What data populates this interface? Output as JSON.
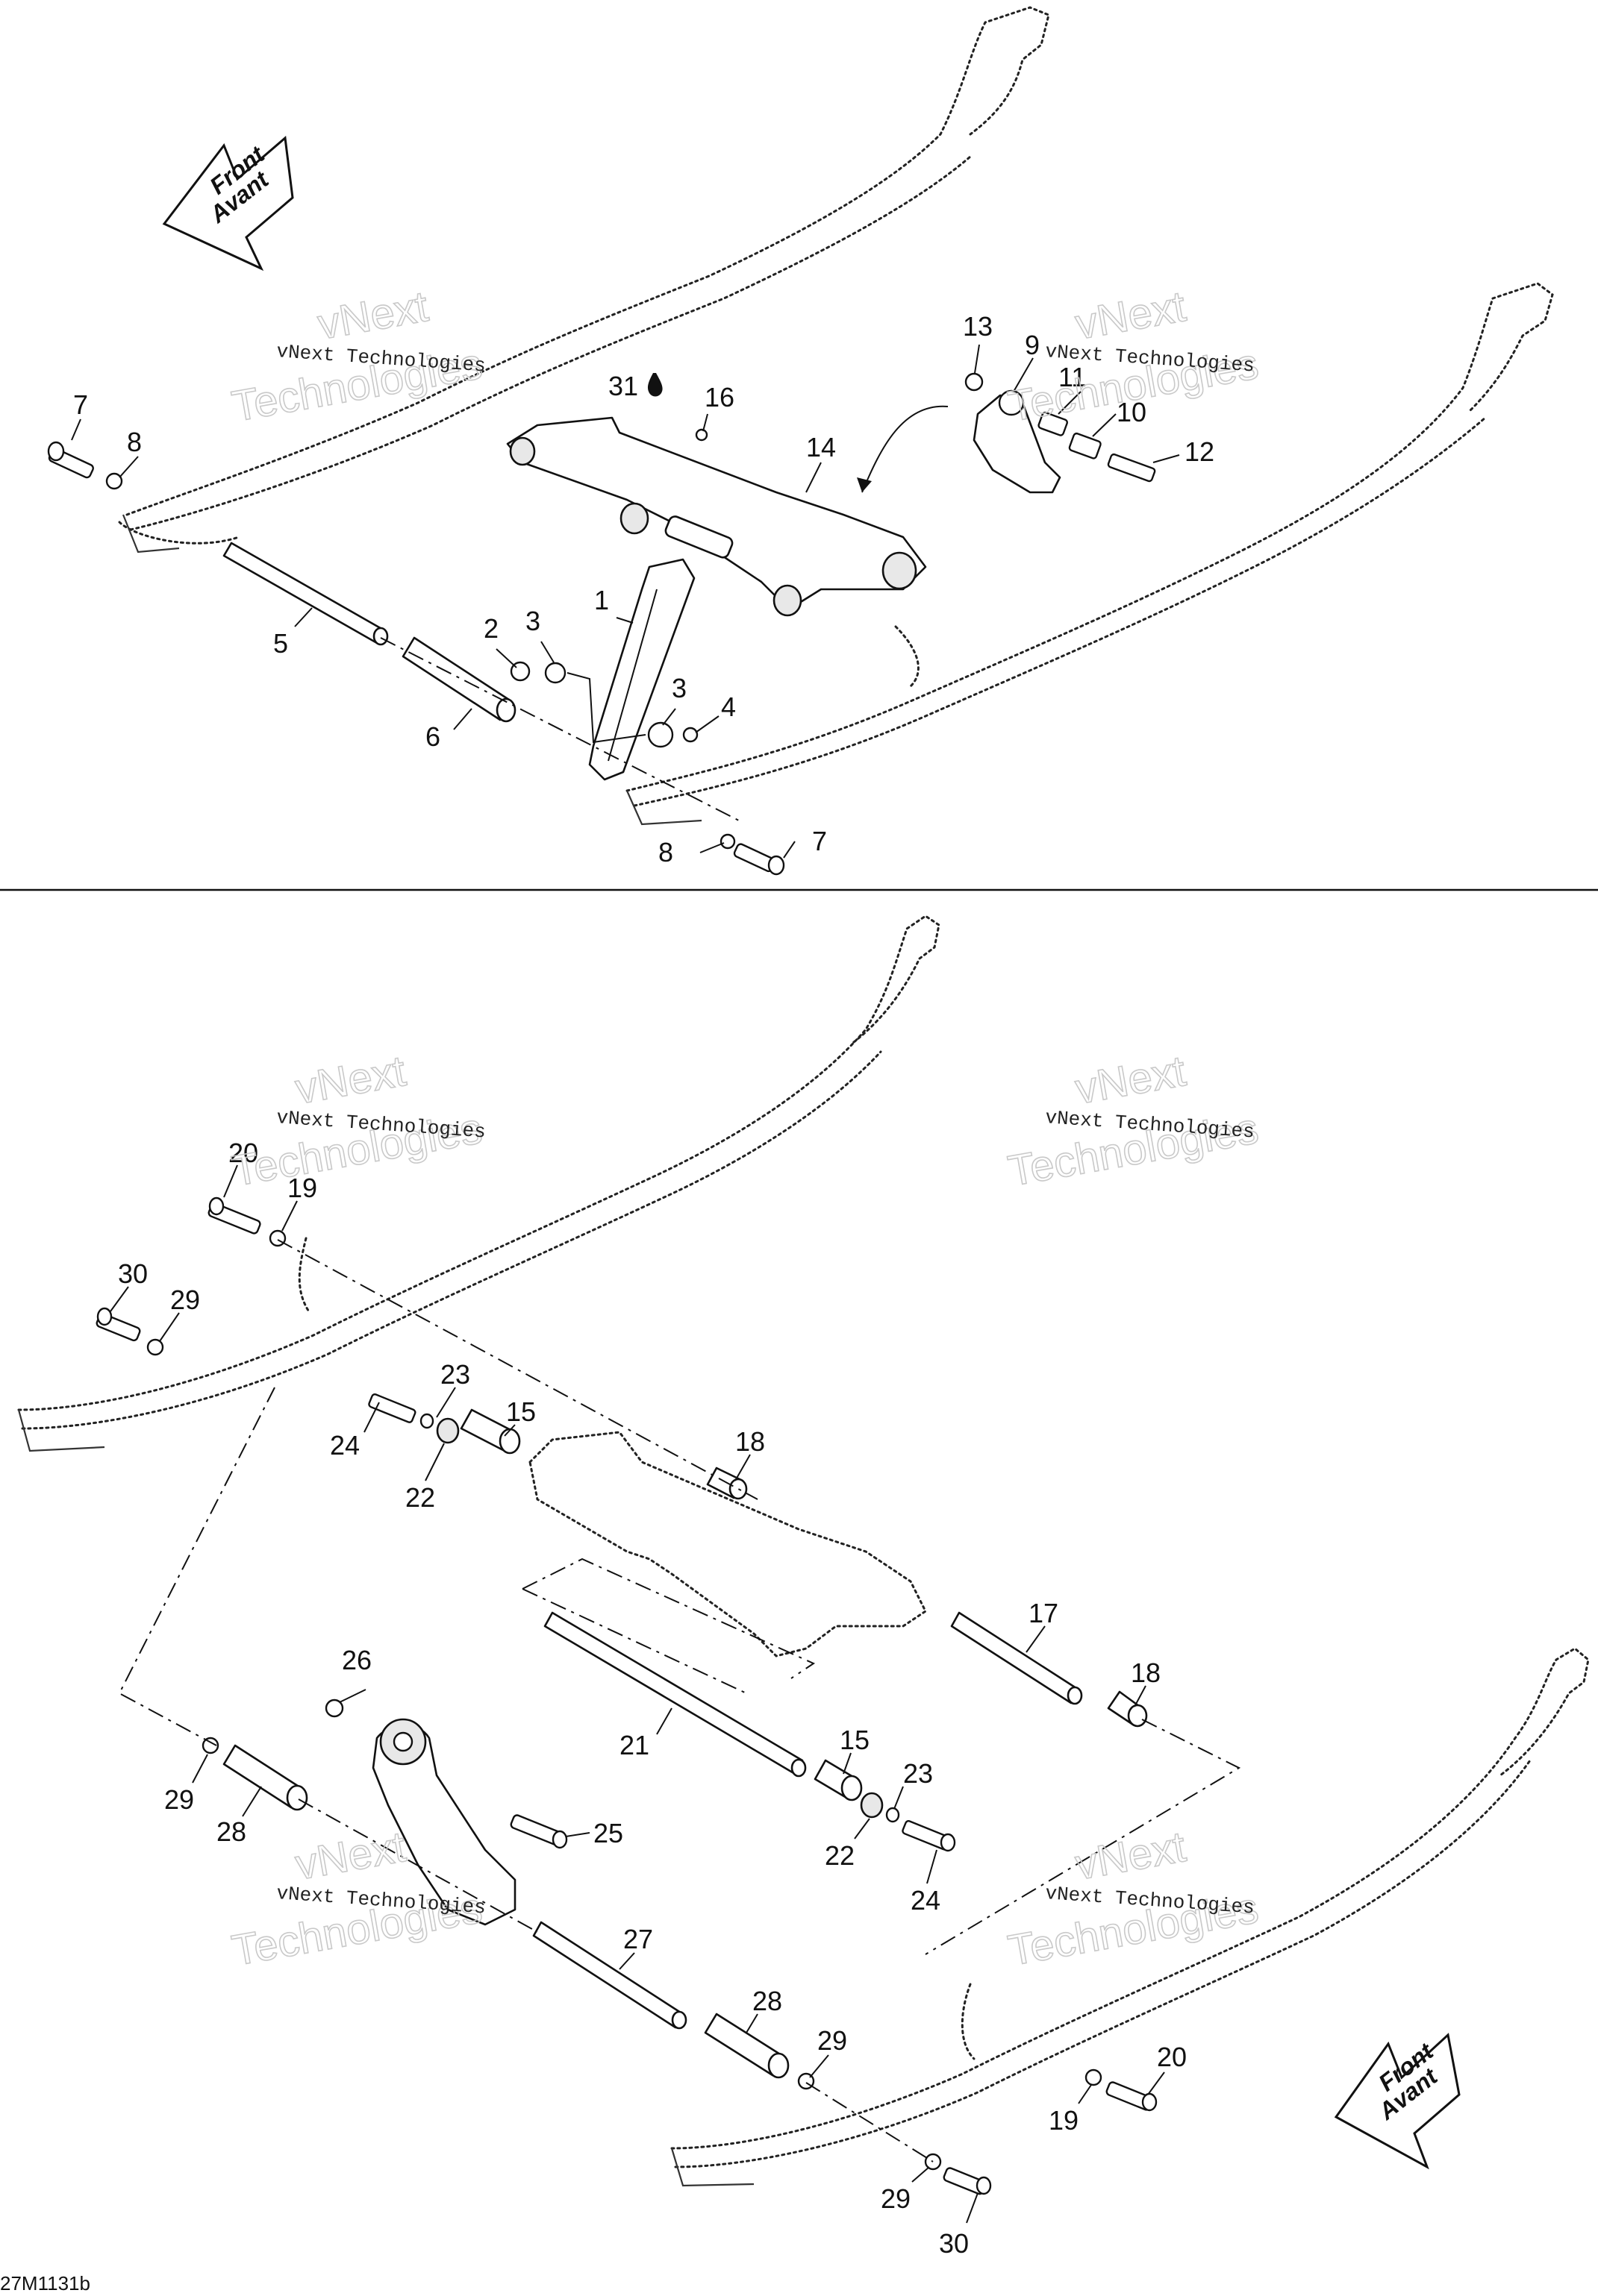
{
  "front_arrow": {
    "line1": "Front",
    "line2": "Avant"
  },
  "watermark": {
    "small": "vNext Technologies",
    "big": "vNext",
    "big2": "Technologies"
  },
  "drawing_code": "27M1131b",
  "callouts_top": {
    "p1": "1",
    "p2": "2",
    "p3a": "3",
    "p3b": "3",
    "p4": "4",
    "p5": "5",
    "p6": "6",
    "p7a": "7",
    "p7b": "7",
    "p8a": "8",
    "p8b": "8",
    "p9": "9",
    "p10": "10",
    "p11": "11",
    "p12": "12",
    "p13": "13",
    "p14": "14",
    "p16": "16",
    "p31": "31"
  },
  "callouts_bottom": {
    "p15a": "15",
    "p15b": "15",
    "p17": "17",
    "p18a": "18",
    "p18b": "18",
    "p19a": "19",
    "p19b": "19",
    "p20a": "20",
    "p20b": "20",
    "p21": "21",
    "p22a": "22",
    "p22b": "22",
    "p23a": "23",
    "p23b": "23",
    "p24a": "24",
    "p24b": "24",
    "p25": "25",
    "p26": "26",
    "p27": "27",
    "p28a": "28",
    "p28b": "28",
    "p29a": "29",
    "p29b": "29",
    "p29c": "29",
    "p29d": "29",
    "p30a": "30",
    "p30b": "30"
  }
}
